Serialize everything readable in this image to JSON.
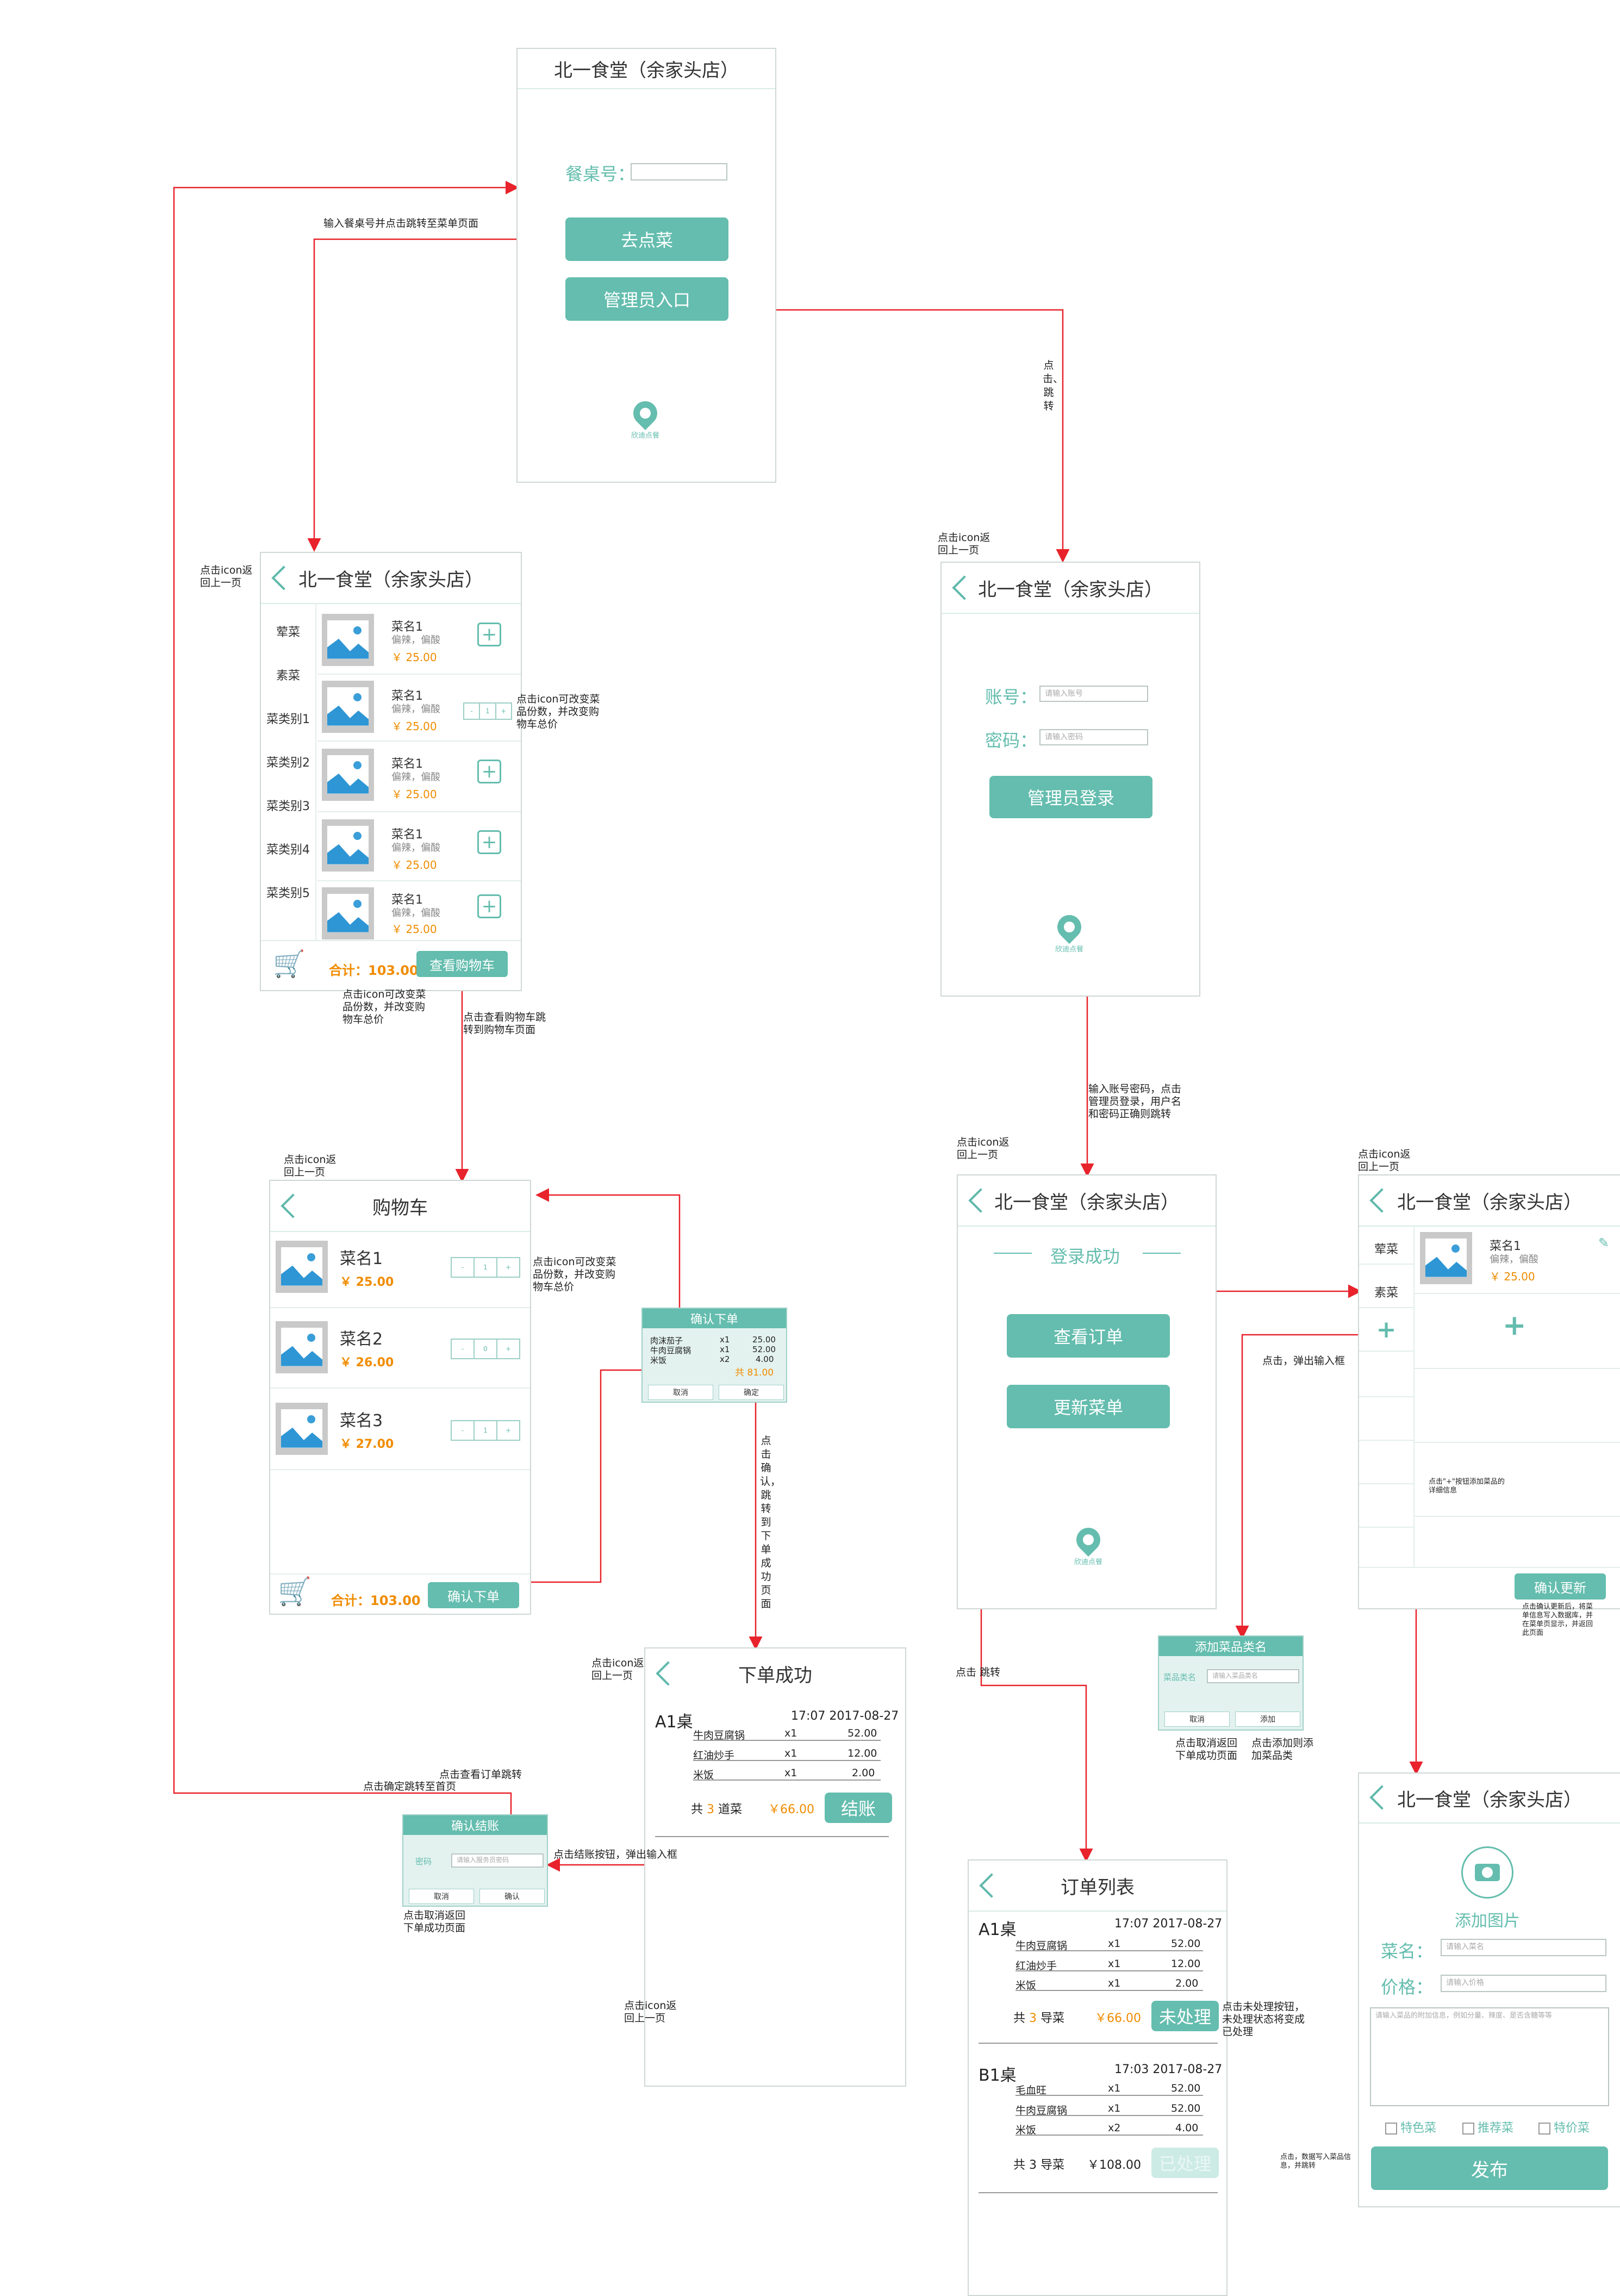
{
  "restaurant_title": "北一食堂（余家头店）",
  "home": {
    "table_label": "餐桌号：",
    "order_button": "去点菜",
    "admin_button": "管理员入口",
    "logo_caption": "欣迪点餐"
  },
  "menu_screen": {
    "categories": [
      "荤菜",
      "素菜",
      "菜类别1",
      "菜类别2",
      "菜类别3",
      "菜类别4",
      "菜类别5"
    ],
    "dishes": [
      {
        "name": "菜名1",
        "desc": "偏辣，偏酸",
        "price": "￥ 25.00"
      },
      {
        "name": "菜名1",
        "desc": "偏辣，偏酸",
        "price": "￥ 25.00"
      },
      {
        "name": "菜名1",
        "desc": "偏辣，偏酸",
        "price": "￥ 25.00"
      },
      {
        "name": "菜名1",
        "desc": "偏辣，偏酸",
        "price": "￥ 25.00"
      },
      {
        "name": "菜名1",
        "desc": "偏辣，偏酸",
        "price": "￥ 25.00"
      }
    ],
    "stepper": {
      "minus": "-",
      "qty": "1",
      "plus": "+"
    },
    "total": "合计：103.00",
    "cart_button": "查看购物车"
  },
  "cart_screen": {
    "title": "购物车",
    "items": [
      {
        "name": "菜名1",
        "price": "￥ 25.00",
        "qty": "1"
      },
      {
        "name": "菜名2",
        "price": "￥ 26.00",
        "qty": "0"
      },
      {
        "name": "菜名3",
        "price": "￥ 27.00",
        "qty": "1"
      }
    ],
    "total": "合计：103.00",
    "confirm_button": "确认下单"
  },
  "confirm_popup": {
    "title": "确认下单",
    "lines": [
      {
        "name": "肉沫茄子",
        "qty": "x1",
        "price": "25.00"
      },
      {
        "name": "牛肉豆腐锅",
        "qty": "x1",
        "price": "52.00"
      },
      {
        "name": "米饭",
        "qty": "x2",
        "price": "4.00"
      }
    ],
    "total": "共 81.00",
    "cancel": "取消",
    "ok": "确定"
  },
  "success_screen": {
    "title": "下单成功",
    "table": "A1桌",
    "time": "17:07 2017-08-27",
    "lines": [
      {
        "name": "牛肉豆腐锅",
        "qty": "x1",
        "price": "52.00"
      },
      {
        "name": "红油炒手",
        "qty": "x1",
        "price": "12.00"
      },
      {
        "name": "米饭",
        "qty": "x1",
        "price": "2.00"
      }
    ],
    "count_pre": "共",
    "count_num": "3",
    "count_post": "道菜",
    "sum": "￥66.00",
    "pay_button": "结账"
  },
  "checkout_popup": {
    "title": "确认结账",
    "pwd_label": "密码",
    "pwd_placeholder": "请输入服务员密码",
    "cancel": "取消",
    "ok": "确认"
  },
  "login_screen": {
    "account_label": "账号：",
    "account_placeholder": "请输入账号",
    "password_label": "密码：",
    "password_placeholder": "请输入密码",
    "login_button": "管理员登录",
    "logo_caption": "欣迪点餐"
  },
  "admin_home": {
    "success_text": "登录成功",
    "orders_button": "查看订单",
    "update_button": "更新菜单",
    "logo_caption": "欣迪点餐"
  },
  "order_list": {
    "title": "订单列表",
    "orders": [
      {
        "table": "A1桌",
        "time": "17:07 2017-08-27",
        "lines": [
          {
            "name": "牛肉豆腐锅",
            "qty": "x1",
            "price": "52.00"
          },
          {
            "name": "红油炒手",
            "qty": "x1",
            "price": "12.00"
          },
          {
            "name": "米饭",
            "qty": "x1",
            "price": "2.00"
          }
        ],
        "count_pre": "共",
        "count_num": "3",
        "count_post": "导菜",
        "sum": "￥66.00",
        "status": "未处理"
      },
      {
        "table": "B1桌",
        "time": "17:03 2017-08-27",
        "lines": [
          {
            "name": "毛血旺",
            "qty": "x1",
            "price": "52.00"
          },
          {
            "name": "牛肉豆腐锅",
            "qty": "x1",
            "price": "52.00"
          },
          {
            "name": "米饭",
            "qty": "x2",
            "price": "4.00"
          }
        ],
        "count_pre": "共",
        "count_num": "3",
        "count_post": "导菜",
        "sum": "￥108.00",
        "status": "已处理"
      }
    ]
  },
  "edit_menu": {
    "categories": [
      "荤菜",
      "素菜"
    ],
    "add_symbol": "+",
    "dish": {
      "name": "菜名1",
      "desc": "偏辣，偏酸",
      "price": "￥ 25.00"
    },
    "confirm_button": "确认更新"
  },
  "add_category_popup": {
    "title": "添加菜品类名",
    "field_label": "菜品类名",
    "field_placeholder": "请输入菜品类名",
    "cancel": "取消",
    "ok": "添加"
  },
  "add_dish": {
    "add_image": "添加图片",
    "name_label": "菜名：",
    "name_placeholder": "请输入菜名",
    "price_label": "价格：",
    "price_placeholder": "请输入价格",
    "desc_placeholder": "请输入菜品的附加信息，例如分量、辣度、是否含糖等等",
    "flags": [
      "特色菜",
      "推荐菜",
      "特价菜"
    ],
    "publish_button": "发布"
  },
  "annotations": {
    "a1": "输入餐桌号并点击跳转至菜单页面",
    "a2": "点击、跳转",
    "a3": "点击icon返\n回上一页",
    "a4": "点击icon返\n回上一页",
    "a5": "点击icon可改变菜\n品份数，并改变购\n物车总价",
    "a6": "点击icon可改变菜\n品份数，并改变购\n物车总价",
    "a7": "点击查看购物车跳\n转到购物车页面",
    "a8": "点击icon返\n回上一页",
    "a9": "点击icon可改变菜\n品份数，并改变购\n物车总价",
    "a10": "点击确认，跳转到下单成功页面",
    "a11": "点击icon返\n回上一页",
    "a12": "点击查看订单跳转",
    "a13": "点击确定跳转至首页",
    "a14": "点击结账按钮，弹出输入框",
    "a15": "点击取消返回\n下单成功页面",
    "a16": "点击icon返\n回上一页",
    "a17": "输入账号密码，点击\n管理员登录，用户名\n和密码正确则跳转",
    "a18": "点击icon返\n回上一页",
    "a19": "点击icon返\n回上一页",
    "a20": "点击，弹出输入框",
    "a21": "点击\"+\"按钮添加菜品的\n详细信息",
    "a22": "点击确认更新后，将菜\n单信息写入数据库，并\n在菜单页显示，并返回\n此页面",
    "a23": "点击取消返回\n下单成功页面",
    "a24": "点击添加则添\n加菜品类",
    "a25": "点击  跳转",
    "a26": "点击未处理按钮，\n未处理状态将变成\n已处理",
    "a27": "点击，数据写入菜品信\n息，并跳转"
  },
  "colors": {
    "accent": "#64bdae",
    "price": "#f08c00",
    "arrow": "#e8232b"
  }
}
